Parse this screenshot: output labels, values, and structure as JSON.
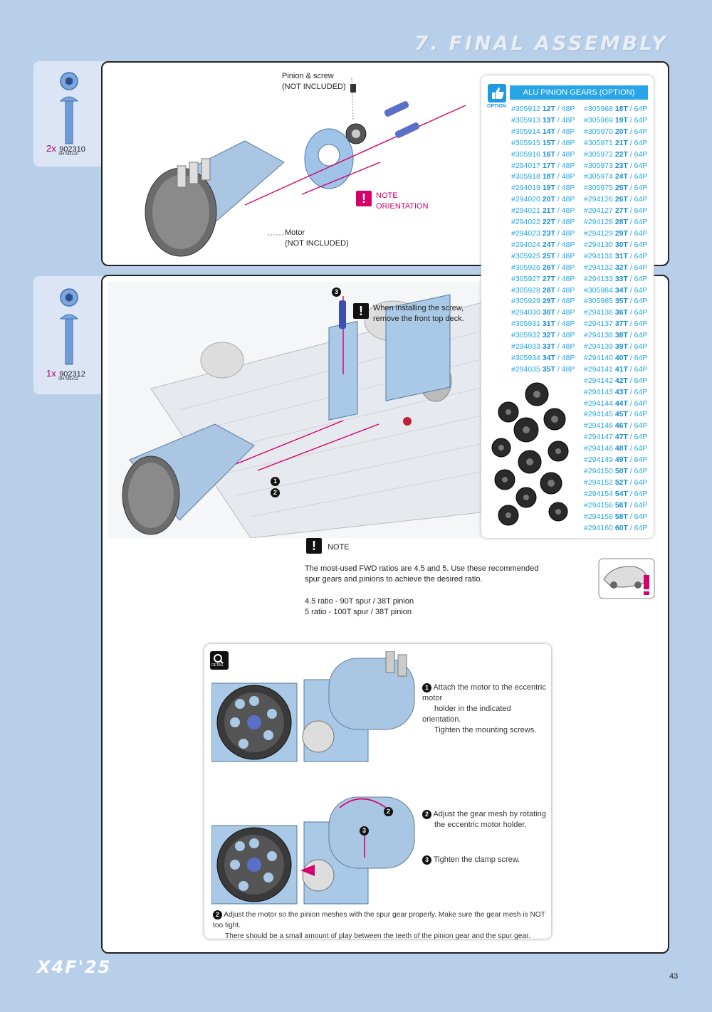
{
  "header": {
    "title": "7. FINAL ASSEMBLY"
  },
  "screws": [
    {
      "qty": "2x",
      "code": "902310",
      "desc": "SH M3x10"
    },
    {
      "qty": "1x",
      "code": "902312",
      "desc": "SH M3x12"
    }
  ],
  "step1": {
    "pinion_label_1": "Pinion & screw",
    "pinion_label_2": "(NOT INCLUDED)",
    "motor_label_1": "Motor",
    "motor_label_2": "(NOT INCLUDED)",
    "note_1": "NOTE",
    "note_2": "ORIENTATION"
  },
  "option": {
    "badge": "OPTION",
    "title": "ALU PINION GEARS (OPTION)",
    "col1": [
      [
        "#305912",
        "12T",
        "48P"
      ],
      [
        "#305913",
        "13T",
        "48P"
      ],
      [
        "#305914",
        "14T",
        "48P"
      ],
      [
        "#305915",
        "15T",
        "48P"
      ],
      [
        "#305916",
        "16T",
        "48P"
      ],
      [
        "#294017",
        "17T",
        "48P"
      ],
      [
        "#305918",
        "18T",
        "48P"
      ],
      [
        "#294019",
        "19T",
        "48P"
      ],
      [
        "#294020",
        "20T",
        "48P"
      ],
      [
        "#294021",
        "21T",
        "48P"
      ],
      [
        "#294022",
        "22T",
        "48P"
      ],
      [
        "#294023",
        "23T",
        "48P"
      ],
      [
        "#294024",
        "24T",
        "48P"
      ],
      [
        "#305925",
        "25T",
        "48P"
      ],
      [
        "#305926",
        "26T",
        "48P"
      ],
      [
        "#305927",
        "27T",
        "48P"
      ],
      [
        "#305928",
        "28T",
        "48P"
      ],
      [
        "#305929",
        "29T",
        "48P"
      ],
      [
        "#294030",
        "30T",
        "48P"
      ],
      [
        "#305931",
        "31T",
        "48P"
      ],
      [
        "#305932",
        "32T",
        "48P"
      ],
      [
        "#294033",
        "33T",
        "48P"
      ],
      [
        "#305934",
        "34T",
        "48P"
      ],
      [
        "#294035",
        "35T",
        "48P"
      ]
    ],
    "col2": [
      [
        "#305968",
        "18T",
        "64P"
      ],
      [
        "#305969",
        "19T",
        "64P"
      ],
      [
        "#305970",
        "20T",
        "64P"
      ],
      [
        "#305971",
        "21T",
        "64P"
      ],
      [
        "#305972",
        "22T",
        "64P"
      ],
      [
        "#305973",
        "23T",
        "64P"
      ],
      [
        "#305974",
        "24T",
        "64P"
      ],
      [
        "#305975",
        "25T",
        "64P"
      ],
      [
        "#294126",
        "26T",
        "64P"
      ],
      [
        "#294127",
        "27T",
        "64P"
      ],
      [
        "#294128",
        "28T",
        "64P"
      ],
      [
        "#294129",
        "29T",
        "64P"
      ],
      [
        "#294130",
        "30T",
        "64P"
      ],
      [
        "#294131",
        "31T",
        "64P"
      ],
      [
        "#294132",
        "32T",
        "64P"
      ],
      [
        "#294133",
        "33T",
        "64P"
      ],
      [
        "#305984",
        "34T",
        "64P"
      ],
      [
        "#305985",
        "35T",
        "64P"
      ],
      [
        "#294136",
        "36T",
        "64P"
      ],
      [
        "#294137",
        "37T",
        "64P"
      ],
      [
        "#294138",
        "38T",
        "64P"
      ],
      [
        "#294139",
        "39T",
        "64P"
      ],
      [
        "#294140",
        "40T",
        "64P"
      ],
      [
        "#294141",
        "41T",
        "64P"
      ],
      [
        "#294142",
        "42T",
        "64P"
      ],
      [
        "#294143",
        "43T",
        "64P"
      ],
      [
        "#294144",
        "44T",
        "64P"
      ],
      [
        "#294145",
        "45T",
        "64P"
      ],
      [
        "#294146",
        "46T",
        "64P"
      ],
      [
        "#294147",
        "47T",
        "64P"
      ],
      [
        "#294148",
        "48T",
        "64P"
      ],
      [
        "#294149",
        "49T",
        "64P"
      ],
      [
        "#294150",
        "50T",
        "64P"
      ],
      [
        "#294152",
        "52T",
        "64P"
      ],
      [
        "#294154",
        "54T",
        "64P"
      ],
      [
        "#294156",
        "56T",
        "64P"
      ],
      [
        "#294158",
        "58T",
        "64P"
      ],
      [
        "#294160",
        "60T",
        "64P"
      ]
    ]
  },
  "step2": {
    "screw_note_1": "When installing the screw,",
    "screw_note_2": "remove the front top deck.",
    "note_title": "NOTE",
    "note_line1": "The most-used FWD ratios are 4.5 and 5. Use these recommended",
    "note_line2": "spur gears and pinions to achieve the desired ratio.",
    "ratio1": "4.5 ratio - 90T spur / 38T pinion",
    "ratio2": "5 ratio - 100T spur / 38T pinion",
    "num1": "1",
    "num2": "2",
    "num3": "3"
  },
  "detail": {
    "badge": "DETAIL",
    "step1_a": "Attach the motor to the eccentric motor",
    "step1_b": "holder in the indicated orientation.",
    "step1_c": "Tighten the mounting screws.",
    "step2_a": "Adjust the gear mesh by rotating",
    "step2_b": "the eccentric motor holder.",
    "step3": "Tighten the clamp screw.",
    "bottom_a": "Adjust the motor so the pinion meshes with the spur gear properly. Make sure the gear mesh is NOT too tight.",
    "bottom_b": "There should be a small amount of play between the teeth of the pinion gear and the spur gear."
  },
  "footer": {
    "logo": "X4F'25",
    "page": "43"
  }
}
